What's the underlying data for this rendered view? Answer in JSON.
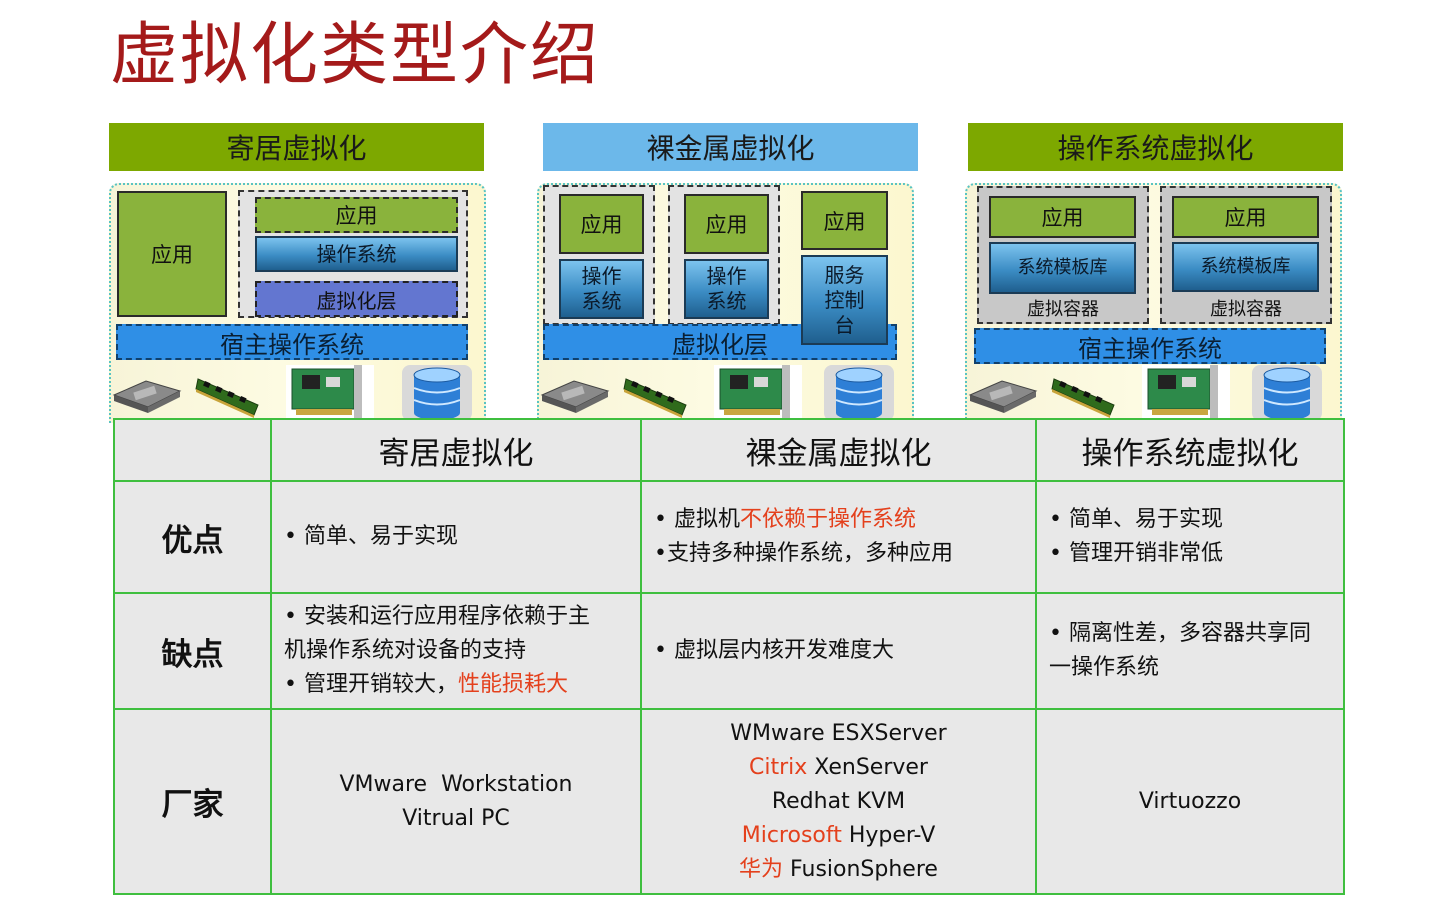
{
  "title": "虚拟化类型介绍",
  "diagrams": {
    "hosted": {
      "header": "寄居虚拟化",
      "app_left": "应用",
      "app_top": "应用",
      "guest_os": "操作系统",
      "virt_layer": "虚拟化层",
      "host_os": "宿主操作系统"
    },
    "bare_metal": {
      "header": "裸金属虚拟化",
      "vm1_app": "应用",
      "vm1_os": "操作\n系统",
      "vm2_app": "应用",
      "vm2_os": "操作\n系统",
      "vm3_app": "应用",
      "service_console": "服务\n控制\n台",
      "virt_layer": "虚拟化层"
    },
    "os_level": {
      "header": "操作系统虚拟化",
      "c1_app": "应用",
      "c1_template": "系统模板库",
      "c1_label": "虚拟容器",
      "c2_app": "应用",
      "c2_template": "系统模板库",
      "c2_label": "虚拟容器",
      "host_os": "宿主操作系统"
    },
    "hardware_icons": [
      "cpu-icon",
      "memory-icon",
      "network-card-icon",
      "database-icon"
    ]
  },
  "table": {
    "columns": [
      "寄居虚拟化",
      "裸金属虚拟化",
      "操作系统虚拟化"
    ],
    "rows": {
      "pros": {
        "label": "优点",
        "hosted": [
          "• 简单、易于实现"
        ],
        "bare_metal_1_prefix": "• 虚拟机",
        "bare_metal_1_highlight": "不依赖于操作系统",
        "bare_metal_2": "•支持多种操作系统，多种应用",
        "os_level": [
          "• 简单、易于实现",
          "• 管理开销非常低"
        ]
      },
      "cons": {
        "label": "缺点",
        "hosted_1a": "• 安装和运行应用程序依赖于主",
        "hosted_1b": "机操作系统对设备的支持",
        "hosted_2_prefix": "• 管理开销较大，",
        "hosted_2_highlight": "性能损耗大",
        "bare_metal": "• 虚拟层内核开发难度大",
        "os_level_a": "• 隔离性差，多容器共享同",
        "os_level_b": "一操作系统"
      },
      "vendors": {
        "label": "厂家",
        "hosted": [
          "VMware  Workstation",
          "Vitrual PC"
        ],
        "bare_metal_1": "WMware ESXServer",
        "bare_metal_2_highlight": "Citrix",
        "bare_metal_2_rest": " XenServer",
        "bare_metal_3": "Redhat KVM",
        "bare_metal_4_highlight": "Microsoft",
        "bare_metal_4_rest": " Hyper-V",
        "bare_metal_5_highlight": "华为",
        "bare_metal_5_rest": " FusionSphere",
        "os_level": "Virtuozzo"
      }
    }
  }
}
